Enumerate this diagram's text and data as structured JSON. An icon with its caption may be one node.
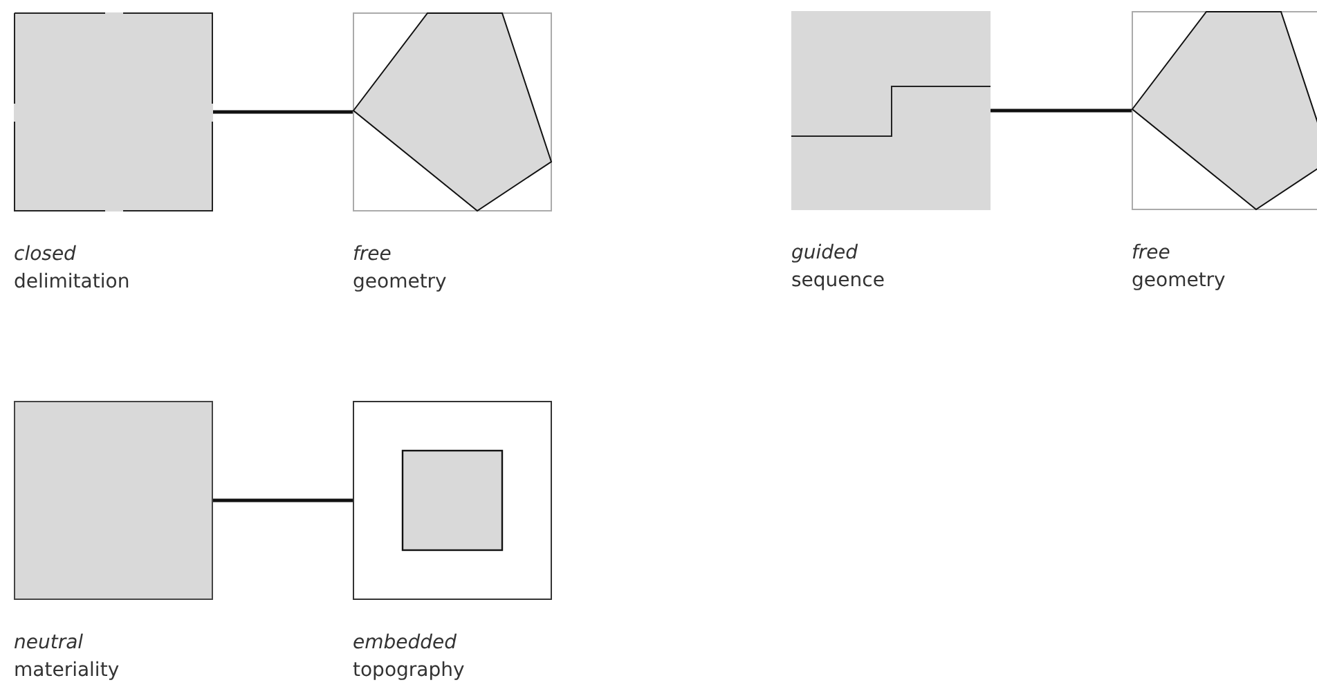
{
  "diagram": {
    "nodes": [
      {
        "text": [
          "closed",
          "delimitation"
        ]
      },
      {
        "text": [
          "free",
          "geometry"
        ]
      },
      {
        "text": [
          "guided",
          "sequence"
        ]
      },
      {
        "text": [
          "free",
          "geometry"
        ]
      },
      {
        "text": [
          "neutral",
          "materiality"
        ]
      },
      {
        "text": [
          "embedded",
          "topography"
        ]
      }
    ],
    "edges": [
      {
        "from": 0,
        "to": 1,
        "arrow": "none"
      },
      {
        "from": 2,
        "to": 3,
        "arrow": "none"
      },
      {
        "from": 4,
        "to": 5,
        "arrow": "none"
      }
    ]
  }
}
